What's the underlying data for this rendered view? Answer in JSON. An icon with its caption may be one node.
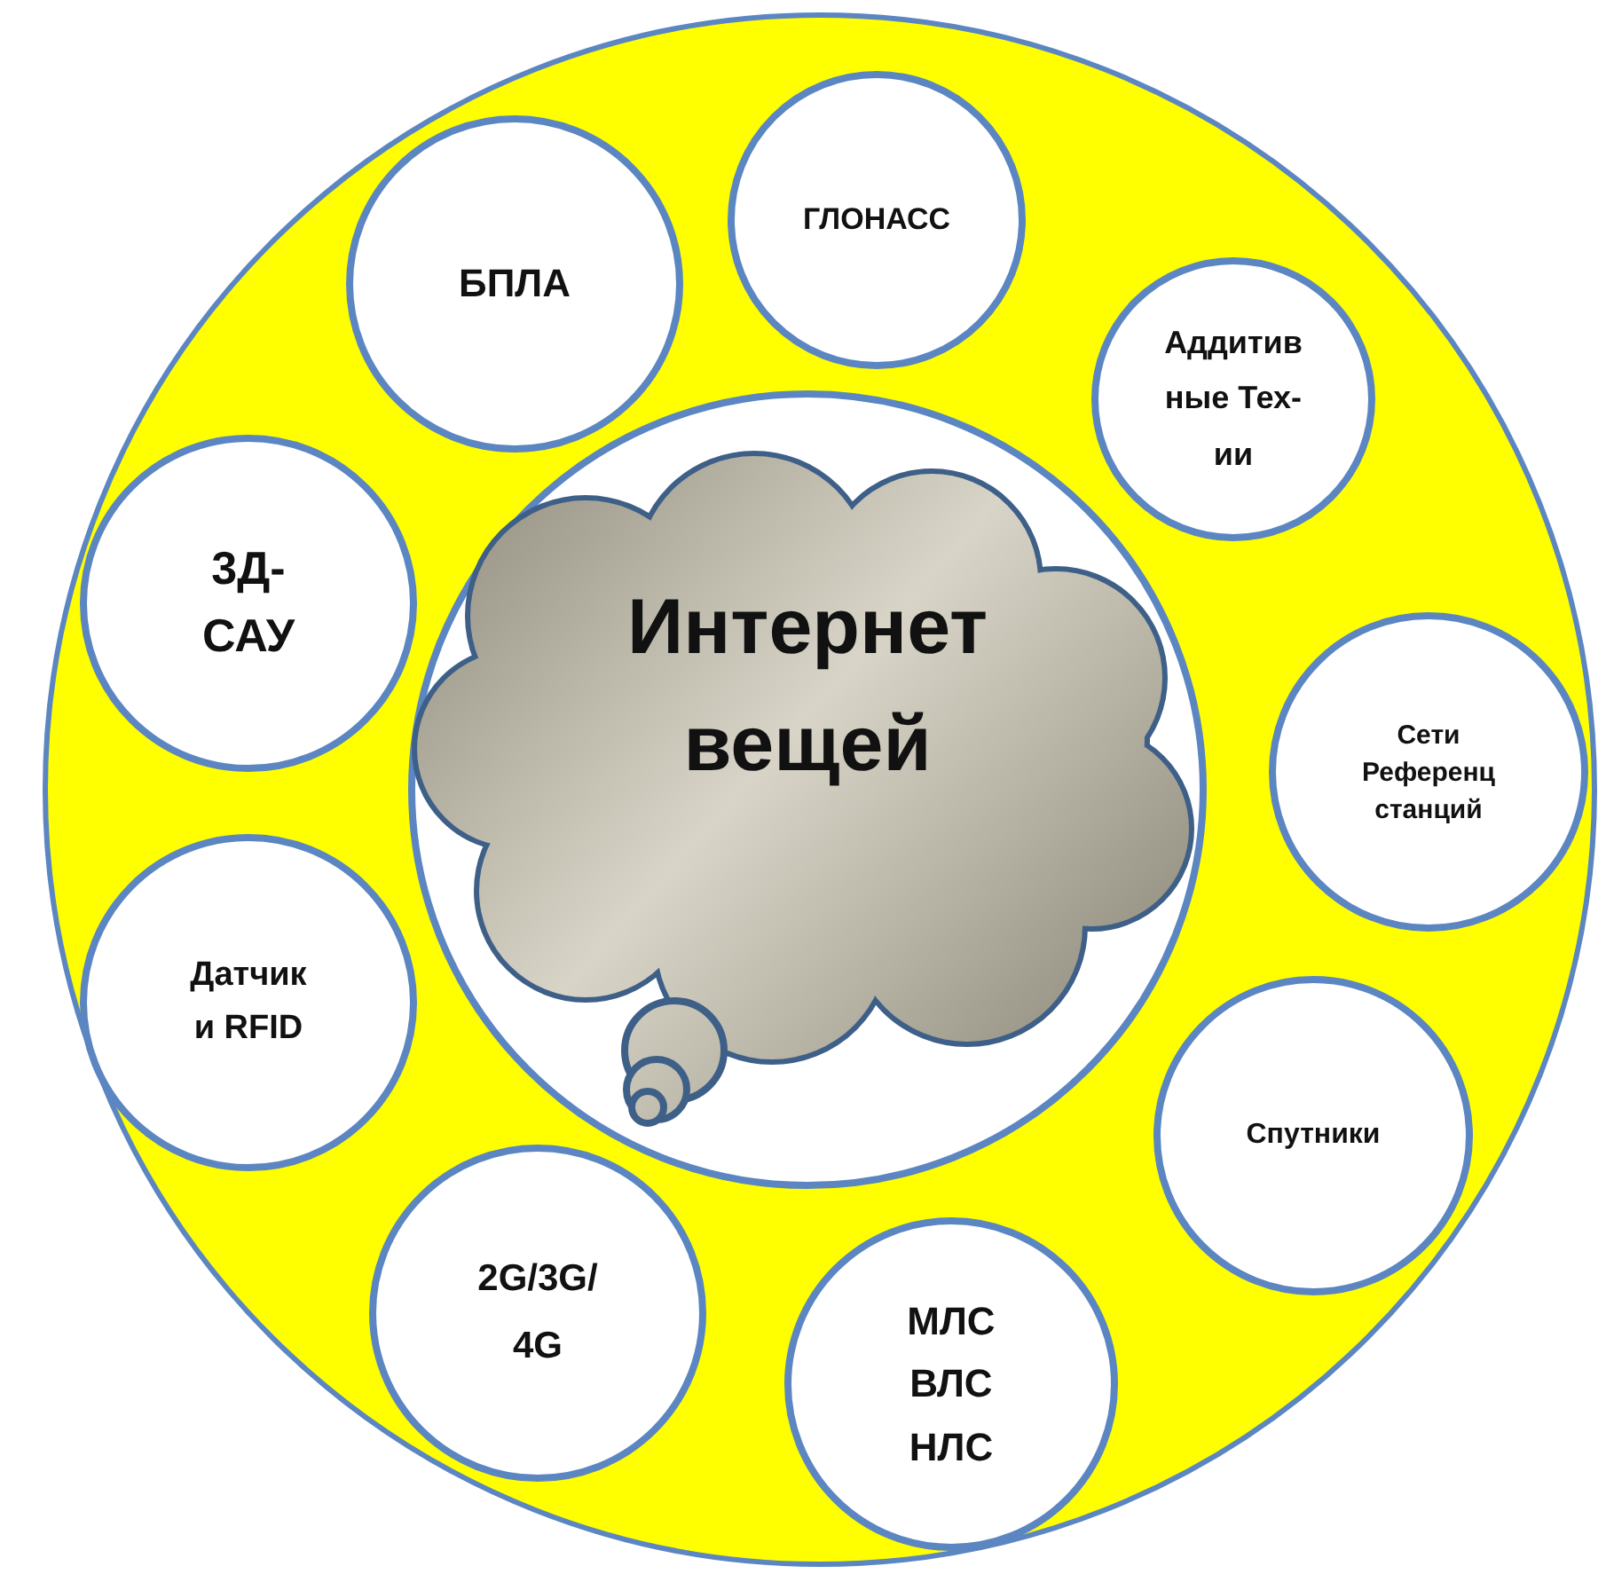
{
  "diagram": {
    "nodes": [
      {
        "text": [],
        "shape": "circle"
      },
      {
        "text": [],
        "shape": "circle",
        "in": 0
      },
      {
        "text": [
          "Интернет вещей"
        ],
        "in": 1
      },
      {
        "text": [
          "БПЛА"
        ],
        "in": 0
      },
      {
        "text": [
          "ГЛОНАСС"
        ],
        "in": 0
      },
      {
        "text": [
          "Аддитив ные Тех- ии"
        ],
        "in": 0
      },
      {
        "text": [
          "Сети Референц станций"
        ],
        "in": 0
      },
      {
        "text": [
          "Спутники"
        ],
        "in": 0
      },
      {
        "text": [
          "МЛС ВЛС НЛС"
        ],
        "in": 0
      },
      {
        "text": [
          "2G/3G/ 4G"
        ],
        "in": 0
      },
      {
        "text": [
          "Датчик и RFID"
        ],
        "in": 0
      },
      {
        "text": [
          "3Д- САУ"
        ],
        "in": 0
      }
    ]
  }
}
